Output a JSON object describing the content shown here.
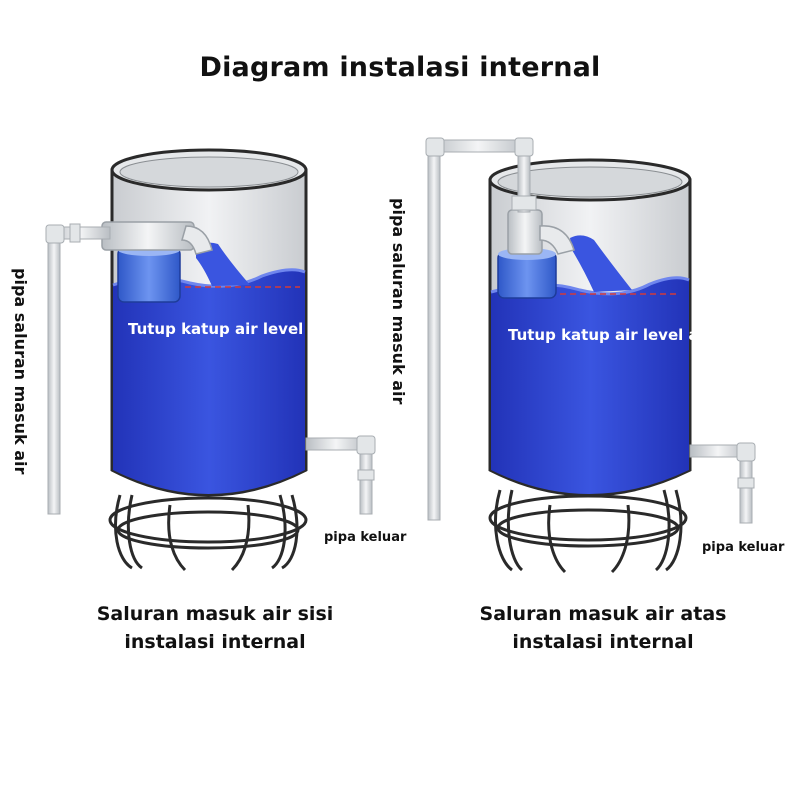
{
  "title": "Diagram instalasi internal",
  "colors": {
    "water": "#2c3fc6",
    "water_light": "#3550d8",
    "tank_outline": "#2a2a2a",
    "pipe": "#d9dde0",
    "float_ball": "#3f6ee0"
  },
  "left_tank": {
    "inside_label": "Tutup katup air level air",
    "inlet_label": "pipa saluran masuk air",
    "outlet_label": "pipa keluar",
    "caption_line1": "Saluran masuk air sisi",
    "caption_line2": "instalasi internal"
  },
  "right_tank": {
    "inside_label": "Tutup katup air level air",
    "inlet_label": "pipa saluran masuk air",
    "outlet_label": "pipa keluar",
    "caption_line1": "Saluran masuk air atas",
    "caption_line2": "instalasi internal"
  }
}
